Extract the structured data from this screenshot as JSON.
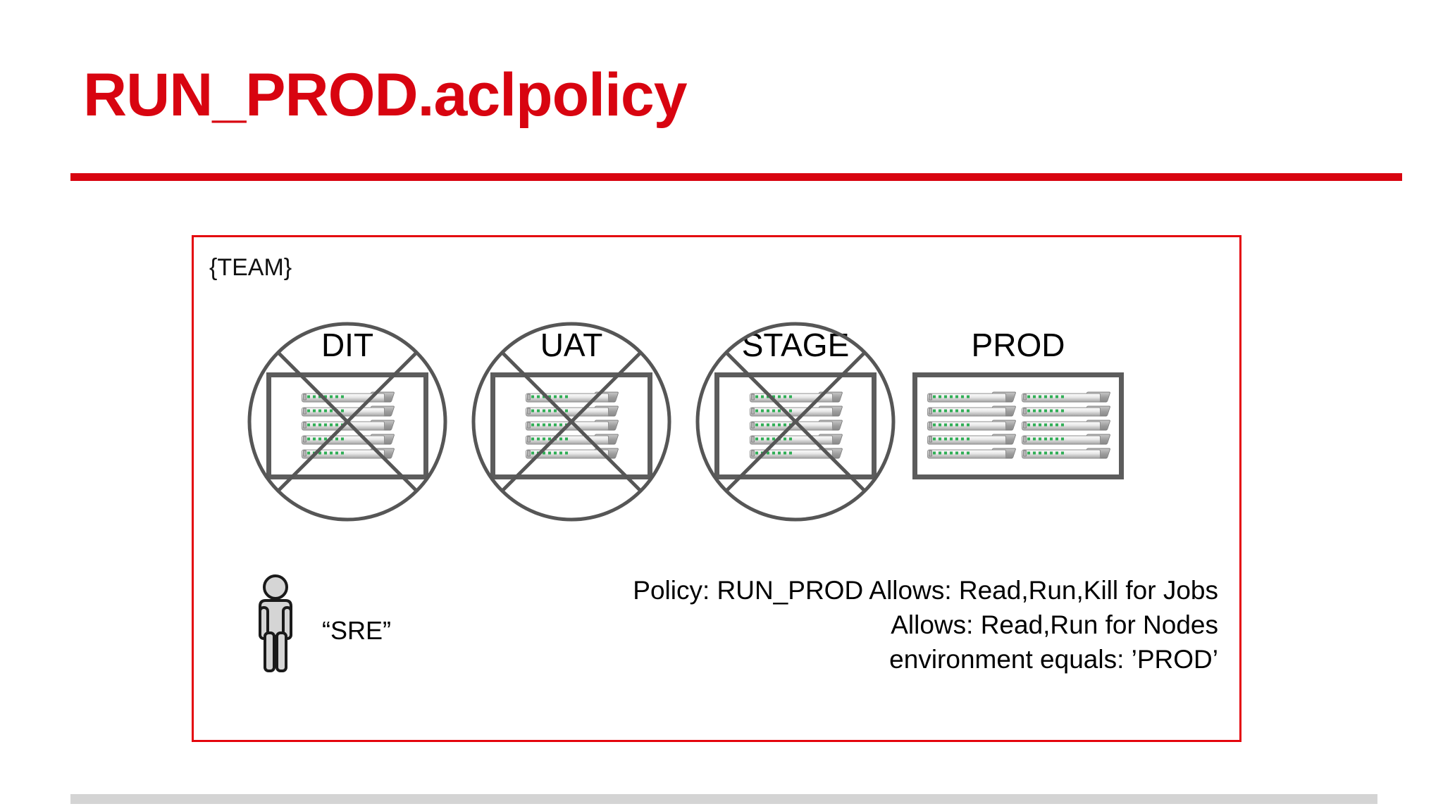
{
  "slide": {
    "title": "RUN_PROD.aclpolicy",
    "title_color": "#D80410",
    "rule_color": "#D80410",
    "background": "#FFFFFF",
    "footer_bar_color": "#D4D4D4"
  },
  "diagram": {
    "border_color": "#E4060D",
    "team_label": "{TEAM}",
    "environments": [
      {
        "name": "DIT",
        "crossed_out": true,
        "server_columns": 1,
        "servers_per_column": 5,
        "rack_color": "#5C5C5C",
        "led_color": "#2FAE55"
      },
      {
        "name": "UAT",
        "crossed_out": true,
        "server_columns": 1,
        "servers_per_column": 5,
        "rack_color": "#5C5C5C",
        "led_color": "#2FAE55"
      },
      {
        "name": "STAGE",
        "crossed_out": true,
        "server_columns": 1,
        "servers_per_column": 5,
        "rack_color": "#5C5C5C",
        "led_color": "#2FAE55"
      },
      {
        "name": "PROD",
        "crossed_out": false,
        "server_columns": 2,
        "servers_per_column": 5,
        "rack_color": "#5C5C5C",
        "led_color": "#2FAE55"
      }
    ],
    "actor": {
      "icon": "person-icon",
      "label": "“SRE”"
    },
    "policy": {
      "lines": [
        "Policy: RUN_PROD Allows: Read,Run,Kill for Jobs",
        "Allows: Read,Run for Nodes",
        "environment equals: ’PROD’"
      ]
    }
  }
}
